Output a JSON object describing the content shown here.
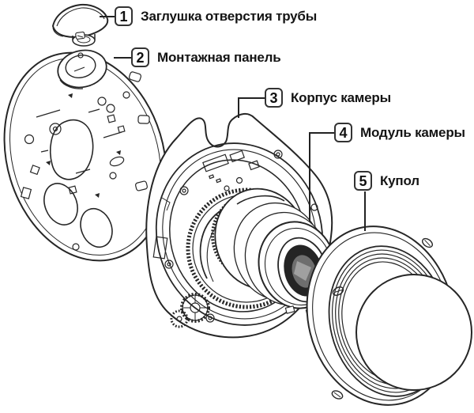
{
  "figure": {
    "type": "exploded-view-diagram",
    "subject": "dome camera assembly",
    "background_color": "#ffffff",
    "line_color": "#262626",
    "lens_dark_color": "#242424",
    "callouts": [
      {
        "number": "1",
        "label": "Заглушка отверстия трубы",
        "part": "pipe-hole-plug"
      },
      {
        "number": "2",
        "label": "Монтажная панель",
        "part": "mounting-panel"
      },
      {
        "number": "3",
        "label": "Корпус камеры",
        "part": "camera-body"
      },
      {
        "number": "4",
        "label": "Модуль камеры",
        "part": "camera-module"
      },
      {
        "number": "5",
        "label": "Купол",
        "part": "dome-cover"
      }
    ]
  }
}
